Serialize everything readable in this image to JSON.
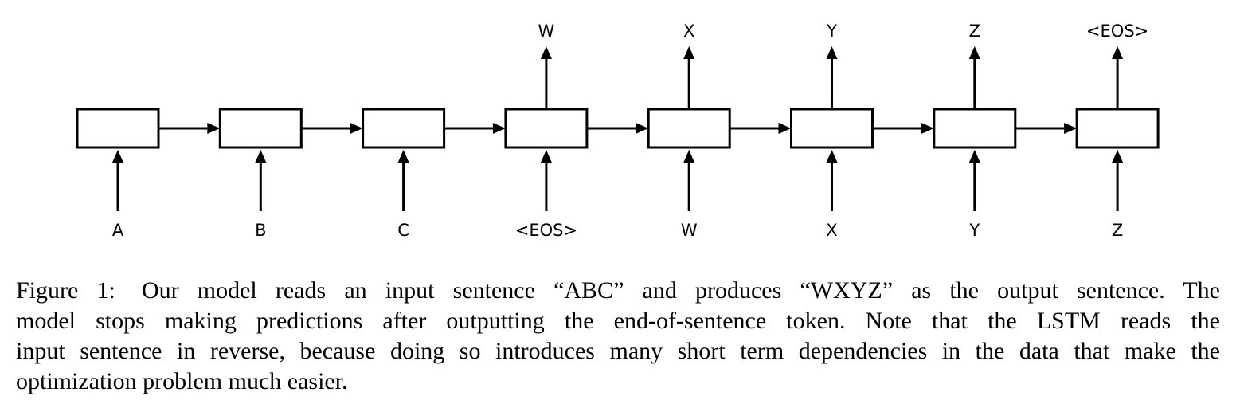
{
  "diagram": {
    "inputs": [
      "A",
      "B",
      "C",
      "<EOS>",
      "W",
      "X",
      "Y",
      "Z"
    ],
    "outputs": [
      "",
      "",
      "",
      "W",
      "X",
      "Y",
      "Z",
      "<EOS>"
    ]
  },
  "caption": {
    "label": "Figure 1:",
    "lines": [
      "Our model reads an input sentence “ABC” and produces “WXYZ” as the output sentence. The",
      "model stops making predictions after outputting the end-of-sentence token. Note that the LSTM reads the",
      "input sentence in reverse, because doing so introduces many short term dependencies in the data that make the",
      "optimization problem much easier."
    ]
  }
}
